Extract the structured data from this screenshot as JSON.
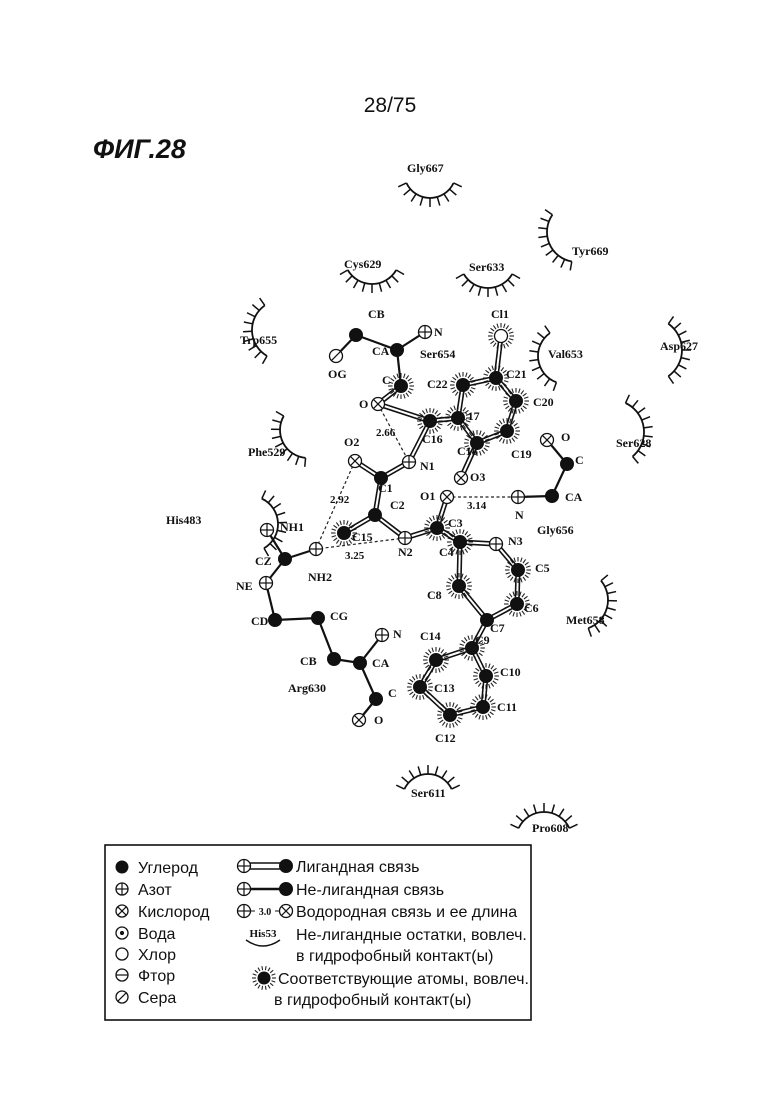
{
  "header": {
    "page_number": "28/75",
    "figure_label": "ФИГ.28"
  },
  "atoms": [
    {
      "id": "CB1",
      "label": "CB",
      "type": "carbon"
    },
    {
      "id": "N_s1",
      "label": "N",
      "type": "nitrogen"
    },
    {
      "id": "CA1",
      "label": "CA",
      "type": "carbon"
    },
    {
      "id": "OG",
      "label": "OG",
      "type": "sulfur"
    },
    {
      "id": "C_s1",
      "label": "C",
      "type": "carbon"
    },
    {
      "id": "O_s1",
      "label": "O",
      "type": "oxygen"
    },
    {
      "id": "C16",
      "label": "C16",
      "type": "carbon"
    },
    {
      "id": "N1",
      "label": "N1",
      "type": "nitrogen"
    },
    {
      "id": "O2",
      "label": "O2",
      "type": "oxygen"
    },
    {
      "id": "C1",
      "label": "C1",
      "type": "carbon"
    },
    {
      "id": "C2",
      "label": "C2",
      "type": "carbon"
    },
    {
      "id": "C15",
      "label": "C15",
      "type": "carbon"
    },
    {
      "id": "N2",
      "label": "N2",
      "type": "nitrogen"
    },
    {
      "id": "C3",
      "label": "C3",
      "type": "carbon"
    },
    {
      "id": "O1",
      "label": "O1",
      "type": "oxygen"
    },
    {
      "id": "C17",
      "label": "C17",
      "type": "carbon"
    },
    {
      "id": "C18",
      "label": "C18",
      "type": "carbon"
    },
    {
      "id": "O3",
      "label": "O3",
      "type": "oxygen"
    },
    {
      "id": "C19",
      "label": "C19",
      "type": "carbon"
    },
    {
      "id": "C20",
      "label": "C20",
      "type": "carbon"
    },
    {
      "id": "C21",
      "label": "C21",
      "type": "carbon"
    },
    {
      "id": "C22",
      "label": "C22",
      "type": "carbon"
    },
    {
      "id": "CL1",
      "label": "Cl1",
      "type": "chlorine"
    },
    {
      "id": "O_s2",
      "label": "O",
      "type": "oxygen"
    },
    {
      "id": "C_s2",
      "label": "C",
      "type": "carbon"
    },
    {
      "id": "CA2",
      "label": "CA",
      "type": "carbon"
    },
    {
      "id": "N_s2",
      "label": "N",
      "type": "nitrogen"
    },
    {
      "id": "C4",
      "label": "C4",
      "type": "carbon"
    },
    {
      "id": "N3",
      "label": "N3",
      "type": "nitrogen"
    },
    {
      "id": "C5",
      "label": "C5",
      "type": "carbon"
    },
    {
      "id": "C6",
      "label": "C6",
      "type": "carbon"
    },
    {
      "id": "C7",
      "label": "C7",
      "type": "carbon"
    },
    {
      "id": "C8",
      "label": "C8",
      "type": "carbon"
    },
    {
      "id": "C9",
      "label": "C9",
      "type": "carbon"
    },
    {
      "id": "C14",
      "label": "C14",
      "type": "carbon"
    },
    {
      "id": "C10",
      "label": "C10",
      "type": "carbon"
    },
    {
      "id": "C13",
      "label": "C13",
      "type": "carbon"
    },
    {
      "id": "C11",
      "label": "C11",
      "type": "carbon"
    },
    {
      "id": "C12",
      "label": "C12",
      "type": "carbon"
    },
    {
      "id": "NH1",
      "label": "NH1",
      "type": "nitrogen"
    },
    {
      "id": "CZ",
      "label": "CZ",
      "type": "carbon"
    },
    {
      "id": "NH2",
      "label": "NH2",
      "type": "nitrogen"
    },
    {
      "id": "NE",
      "label": "NE",
      "type": "nitrogen"
    },
    {
      "id": "CD",
      "label": "CD",
      "type": "carbon"
    },
    {
      "id": "CG",
      "label": "CG",
      "type": "carbon"
    },
    {
      "id": "CB2",
      "label": "CB",
      "type": "carbon"
    },
    {
      "id": "CA3",
      "label": "CA",
      "type": "carbon"
    },
    {
      "id": "N_s3",
      "label": "N",
      "type": "nitrogen"
    },
    {
      "id": "C_s3",
      "label": "C",
      "type": "carbon"
    },
    {
      "id": "O_s3",
      "label": "O",
      "type": "oxygen"
    }
  ],
  "hbonds": [
    {
      "from": "O_s1",
      "to": "N1",
      "distance": "2.66"
    },
    {
      "from": "O2",
      "to": "NH2",
      "distance": "2.92"
    },
    {
      "from": "N2",
      "to": "NH2",
      "distance": "3.25"
    },
    {
      "from": "O1",
      "to": "N_s2",
      "distance": "3.14"
    }
  ],
  "residues": [
    {
      "id": "gly667",
      "name": "Gly667"
    },
    {
      "id": "cys629",
      "name": "Cys629"
    },
    {
      "id": "ser633",
      "name": "Ser633"
    },
    {
      "id": "tyr669",
      "name": "Tyr669"
    },
    {
      "id": "trp655",
      "name": "Trp655"
    },
    {
      "id": "val653",
      "name": "Val653"
    },
    {
      "id": "asp627",
      "name": "Asp627"
    },
    {
      "id": "phe529",
      "name": "Phe529"
    },
    {
      "id": "ser628",
      "name": "Ser628"
    },
    {
      "id": "his483",
      "name": "His483"
    },
    {
      "id": "met658",
      "name": "Met658"
    },
    {
      "id": "ser611",
      "name": "Ser611"
    },
    {
      "id": "pro608",
      "name": "Pro608"
    }
  ],
  "residue_labels": [
    {
      "id": "ser654",
      "text": "Ser654"
    },
    {
      "id": "gly656",
      "text": "Gly656"
    },
    {
      "id": "arg630",
      "text": "Arg630"
    }
  ],
  "legend": {
    "carbon": "Углерод",
    "nitrogen": "Азот",
    "oxygen": "Кислород",
    "water": "Вода",
    "chlorine": "Хлор",
    "fluorine": "Фтор",
    "sulfur": "Сера",
    "ligand_bond": "Лигандная связь",
    "nonligand_bond": "Не-лигандная связь",
    "hbond": "Водородная связь и ее длина",
    "hbond_sample": "3.0",
    "residue_sample": "His53",
    "residues_line1": "Не-лигандные остатки, вовлеч.",
    "residues_line2": "в гидрофобный контакт(ы)",
    "atoms_line1": "Соответствующие атомы, вовлеч.",
    "atoms_line2": "в гидрофобный контакт(ы)"
  }
}
